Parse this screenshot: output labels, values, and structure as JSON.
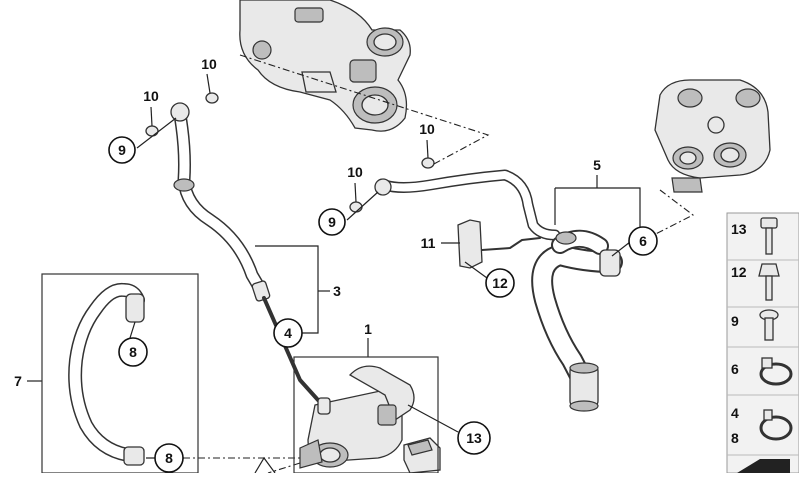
{
  "labels": {
    "l1": "1",
    "l3": "3",
    "l4": "4",
    "l5": "5",
    "l6": "6",
    "l7": "7",
    "l8a": "8",
    "l8b": "8",
    "l9a": "9",
    "l9b": "9",
    "l10a": "10",
    "l10b": "10",
    "l10c": "10",
    "l10d": "10",
    "l11": "11",
    "l12": "12",
    "l13": "13"
  },
  "legend": {
    "items": [
      {
        "label": "13",
        "icon": "long-bolt-icon"
      },
      {
        "label": "12",
        "icon": "hex-bolt-icon"
      },
      {
        "label": "9",
        "icon": "banjo-bolt-icon"
      },
      {
        "label": "6",
        "icon": "hose-clamp-icon"
      },
      {
        "label": "4",
        "icon": "spring-clamp-icon"
      },
      {
        "label": "8",
        "icon": "spring-clamp-icon"
      }
    ]
  },
  "colors": {
    "line": "#222222",
    "part_fill": "#e9e9e9",
    "legend_bg": "#f2f2f2"
  }
}
